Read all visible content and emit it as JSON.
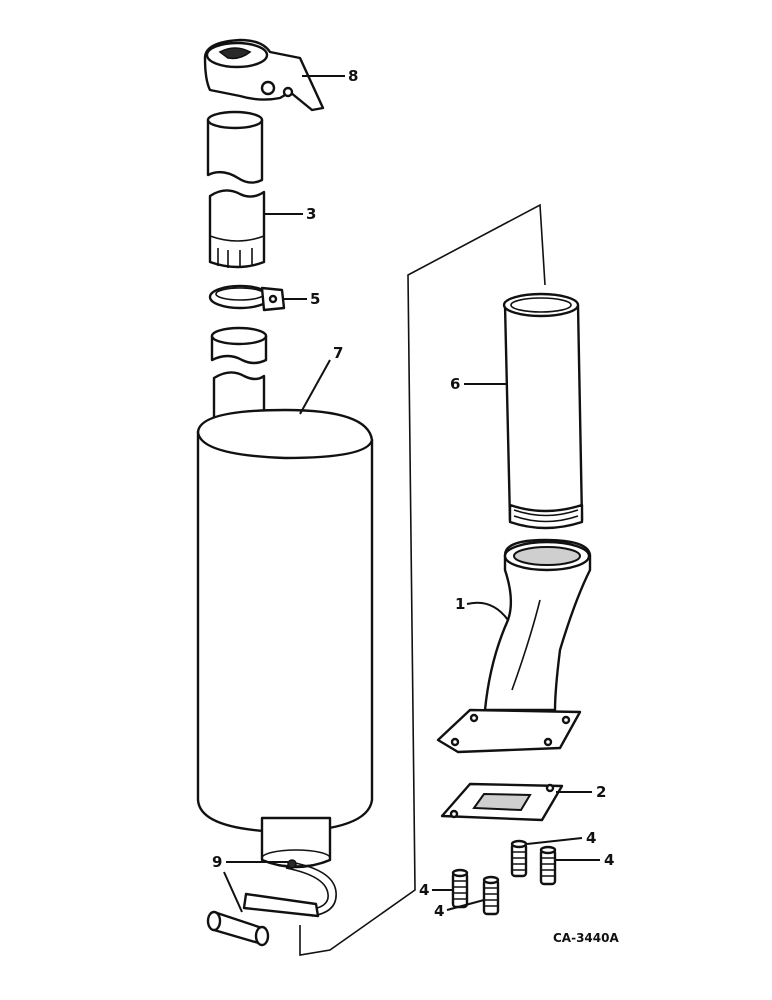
{
  "callouts": {
    "c1": "1",
    "c2": "2",
    "c3": "3",
    "c4a": "4",
    "c4b": "4",
    "c4c": "4",
    "c4d": "4",
    "c5": "5",
    "c6": "6",
    "c7": "7",
    "c8": "8",
    "c9": "9"
  },
  "figure_code": "CA-3440A"
}
